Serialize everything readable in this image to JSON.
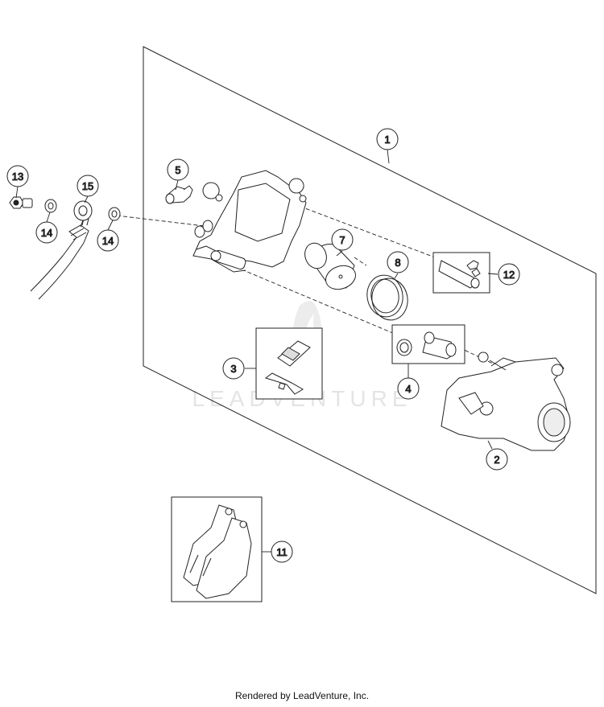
{
  "diagram": {
    "callouts": [
      {
        "id": "c1",
        "label": "1"
      },
      {
        "id": "c2",
        "label": "2"
      },
      {
        "id": "c3",
        "label": "3"
      },
      {
        "id": "c4",
        "label": "4"
      },
      {
        "id": "c5",
        "label": "5"
      },
      {
        "id": "c7",
        "label": "7"
      },
      {
        "id": "c8",
        "label": "8"
      },
      {
        "id": "c11",
        "label": "11"
      },
      {
        "id": "c12",
        "label": "12"
      },
      {
        "id": "c13",
        "label": "13"
      },
      {
        "id": "c14a",
        "label": "14"
      },
      {
        "id": "c14b",
        "label": "14"
      },
      {
        "id": "c15",
        "label": "15"
      }
    ],
    "watermark": "LEADVENTURE"
  },
  "footer": {
    "credit": "Rendered by LeadVenture, Inc."
  }
}
